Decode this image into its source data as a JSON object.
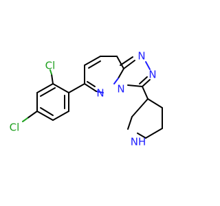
{
  "molecule": {
    "atoms": {
      "cl_top": "Cl",
      "cl_bottom": "Cl",
      "n_triazole_top": "N",
      "n_triazole_right": "N",
      "n_bridge": "N",
      "n_pyridazine": "N",
      "nh_piperidine": "NH"
    }
  },
  "colors": {
    "bond": "#000000",
    "nitrogen": "#1f1fff",
    "chlorine": "#1fa01f"
  }
}
